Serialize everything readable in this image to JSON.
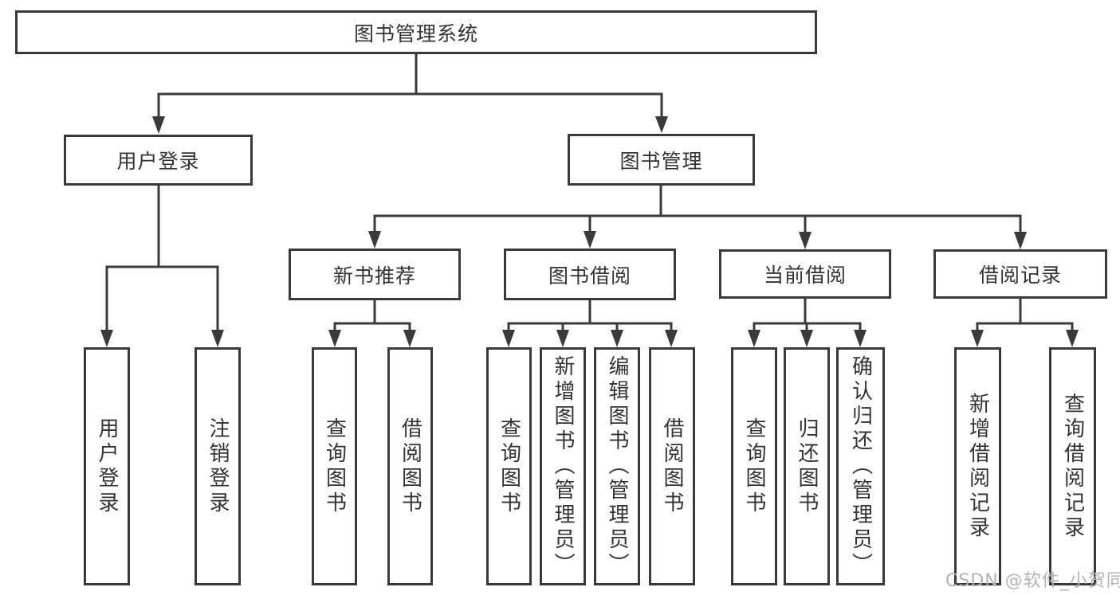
{
  "diagram": {
    "root": {
      "label": "图书管理系统"
    },
    "level1": [
      {
        "id": "user-login",
        "label": "用户登录"
      },
      {
        "id": "book-management",
        "label": "图书管理"
      }
    ],
    "level2": [
      {
        "id": "new-book-recommend",
        "label": "新书推荐"
      },
      {
        "id": "book-borrow",
        "label": "图书借阅"
      },
      {
        "id": "current-borrow",
        "label": "当前借阅"
      },
      {
        "id": "borrow-records",
        "label": "借阅记录"
      }
    ],
    "leaves": {
      "user_login": [
        "用户登录",
        "注销登录"
      ],
      "new_book_recommend": [
        "查询图书",
        "借阅图书"
      ],
      "book_borrow": [
        "查询图书",
        "新增图书（管理员）",
        "编辑图书（管理员）",
        "借阅图书"
      ],
      "current_borrow": [
        "查询图书",
        "归还图书",
        "确认归还（管理员）"
      ],
      "borrow_records": [
        "新增借阅记录",
        "查询借阅记录"
      ]
    }
  },
  "watermark": {
    "text": "CSDN @软件_小贺同学"
  },
  "colors": {
    "line": "#3a3a3a",
    "box_border": "#3a3a3a",
    "text": "#333333",
    "watermark": "#b5b2b2",
    "background": "#ffffff"
  }
}
